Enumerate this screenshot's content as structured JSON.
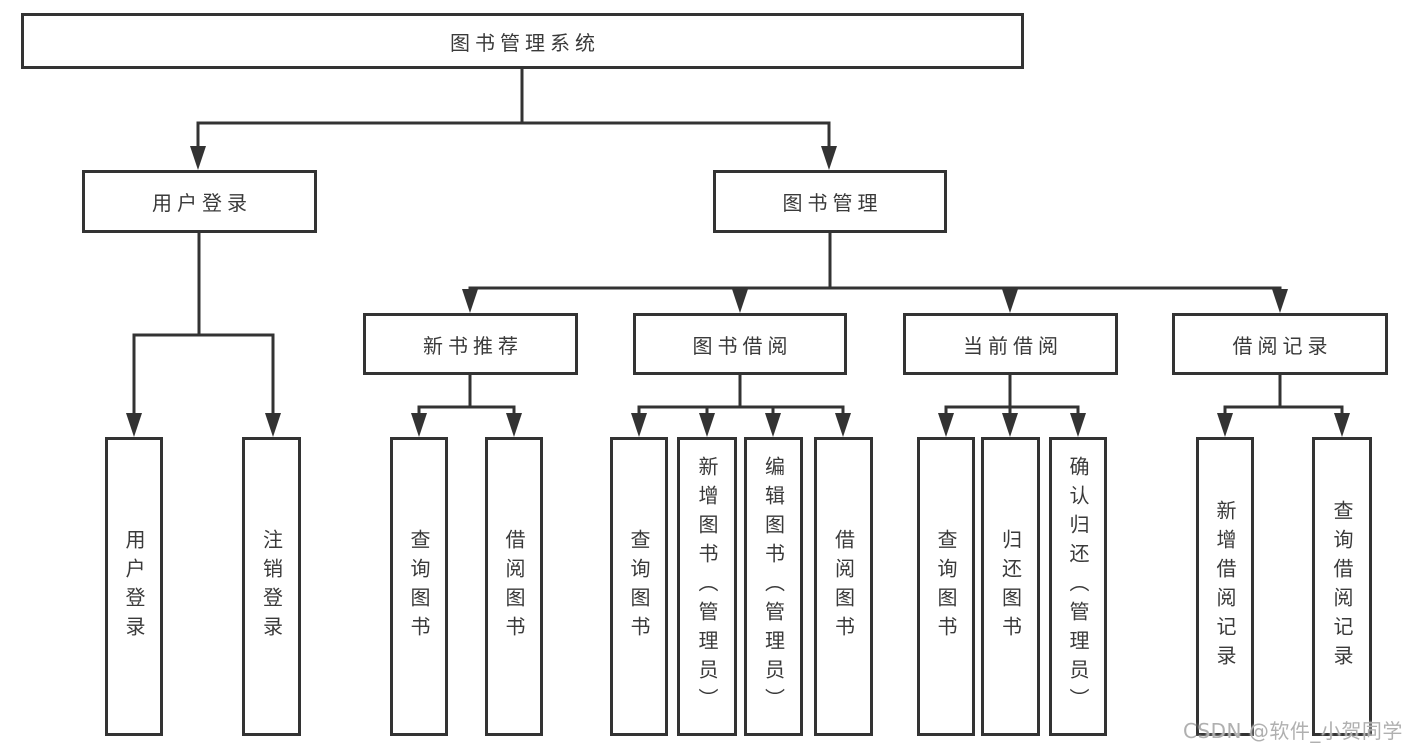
{
  "diagram": {
    "root": {
      "label": "图书管理系统",
      "children": [
        {
          "label": "用户登录",
          "children": [
            {
              "label": "用户登录"
            },
            {
              "label": "注销登录"
            }
          ]
        },
        {
          "label": "图书管理",
          "children": [
            {
              "label": "新书推荐",
              "children": [
                {
                  "label": "查询图书"
                },
                {
                  "label": "借阅图书"
                }
              ]
            },
            {
              "label": "图书借阅",
              "children": [
                {
                  "label": "查询图书"
                },
                {
                  "label": "新增图书（管理员）"
                },
                {
                  "label": "编辑图书（管理员）"
                },
                {
                  "label": "借阅图书"
                }
              ]
            },
            {
              "label": "当前借阅",
              "children": [
                {
                  "label": "查询图书"
                },
                {
                  "label": "归还图书"
                },
                {
                  "label": "确认归还（管理员）"
                }
              ]
            },
            {
              "label": "借阅记录",
              "children": [
                {
                  "label": "新增借阅记录"
                },
                {
                  "label": "查询借阅记录"
                }
              ]
            }
          ]
        }
      ]
    }
  },
  "watermark": {
    "text": "CSDN @软件_小贺同学"
  },
  "colors": {
    "line": "#333333",
    "text": "#3a3a3a",
    "background": "#ffffff",
    "watermark": "#b0b0b0"
  }
}
